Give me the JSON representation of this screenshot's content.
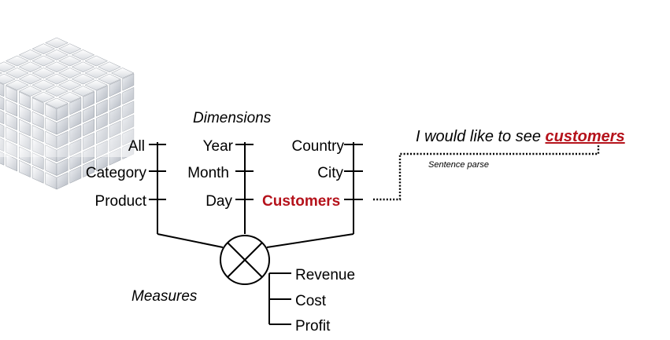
{
  "cube_icon": "olap-cube-icon",
  "dimensions_title": "Dimensions",
  "hierarchies": [
    {
      "levels": [
        "All",
        "Category",
        "Product"
      ]
    },
    {
      "levels": [
        "Year",
        "Month",
        "Day"
      ]
    },
    {
      "levels": [
        "Country",
        "City",
        "Customers"
      ]
    }
  ],
  "highlighted_level": "Customers",
  "measures_title": "Measures",
  "measures": [
    "Revenue",
    "Cost",
    "Profit"
  ],
  "query": {
    "prefix": "I would like to see ",
    "keyword": "customers"
  },
  "parse_label": "Sentence parse",
  "colors": {
    "highlight": "#b5121b",
    "cube_light": "#f2f2f4",
    "cube_shadow": "#8f959f"
  }
}
